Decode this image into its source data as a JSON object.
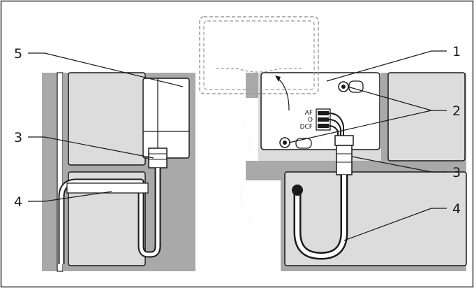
{
  "figure": {
    "callouts": {
      "c1": "1",
      "c2": "2",
      "c3_left": "3",
      "c3_right": "3",
      "c4_left": "4",
      "c4_right": "4",
      "c5": "5"
    },
    "terminals": {
      "t1": "AF",
      "t2": "O",
      "t3": "DCF"
    },
    "colors": {
      "wall": "#a9a9a9",
      "brick": "#dcdcdc",
      "outline": "#1a1a1a",
      "dashed": "#9a9a9a"
    }
  }
}
